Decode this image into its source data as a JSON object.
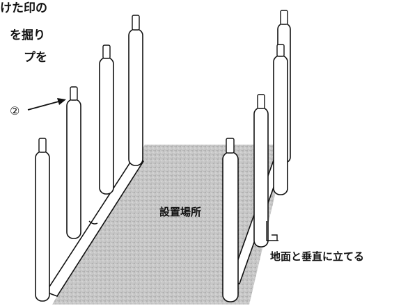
{
  "instructions": {
    "line1": "けた印の",
    "line2": "を掘り",
    "line3": "プを"
  },
  "callout": {
    "label": "②"
  },
  "labels": {
    "site": "設置場所",
    "vertical": "地面と垂直に立てる"
  }
}
